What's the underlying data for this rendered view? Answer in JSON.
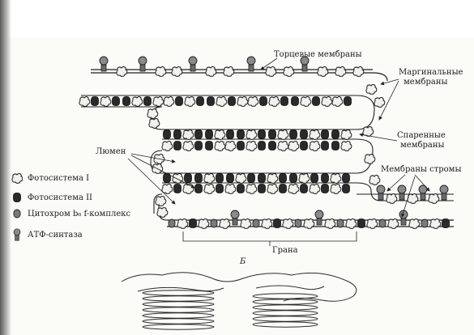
{
  "labels": {
    "end_membranes": "Торцевые мембраны",
    "marginal_membranes_line1": "Маргинальные",
    "marginal_membranes_line2": "мембраны",
    "stacked_membranes_line1": "Спаренные",
    "stacked_membranes_line2": "мембраны",
    "lumen": "Люмен",
    "stroma_membranes": "Мембраны стромы",
    "grana": "Грана",
    "panel_b": "Б"
  },
  "legend": [
    {
      "label": "Фотосистема I",
      "icon": "photosystem-1-icon"
    },
    {
      "label": "Фотосистема II",
      "icon": "photosystem-2-icon"
    },
    {
      "label": "Цитохром b₆ f-комплекс",
      "icon": "cytochrome-icon"
    },
    {
      "label": "АТФ-синтаза",
      "icon": "atp-synthase-icon"
    }
  ],
  "colors": {
    "membrane": "#1f1f1f",
    "ps1_fill": "#f1f1ee",
    "ps2_fill": "#2a2a2a",
    "cyt_fill": "#7a7a7a",
    "atp_fill": "#8a8a8a"
  }
}
